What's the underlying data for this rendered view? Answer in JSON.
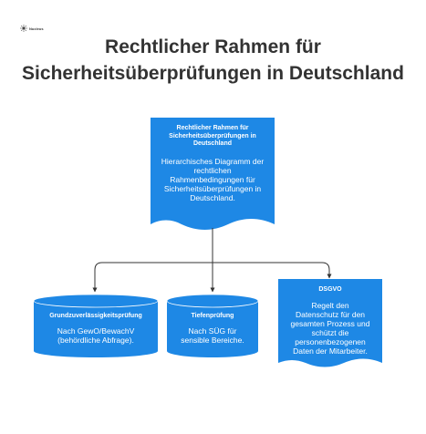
{
  "header": {
    "logo_text": "Nucleus",
    "title_line1": "Rechtlicher Rahmen für",
    "title_line2": "Sicherheitsüberprüfungen in Deutschland"
  },
  "nodes": {
    "root": {
      "title": "Rechtlicher Rahmen für Sicherheitsüberprüfungen in Deutschland",
      "body": "Hierarchisches Diagramm der rechtlichen Rahmenbedingungen für Sicherheitsüberprüfungen in Deutschland."
    },
    "grundzuverlaessigkeit": {
      "title": "Grundzuverlässigkeitsprüfung",
      "body": "Nach GewO/BewachV (behördliche Abfrage)."
    },
    "tiefenpruefung": {
      "title": "Tiefenprüfung",
      "body": "Nach SÜG für sensible Bereiche."
    },
    "dsgvo": {
      "title": "DSGVO",
      "body": "Regelt den Datenschutz für den gesamten Prozess und schützt die personenbezogenen Daten der Mitarbeiter."
    }
  },
  "colors": {
    "node_fill": "#1e88e5",
    "connector": "#333333",
    "title_text": "#333333"
  }
}
